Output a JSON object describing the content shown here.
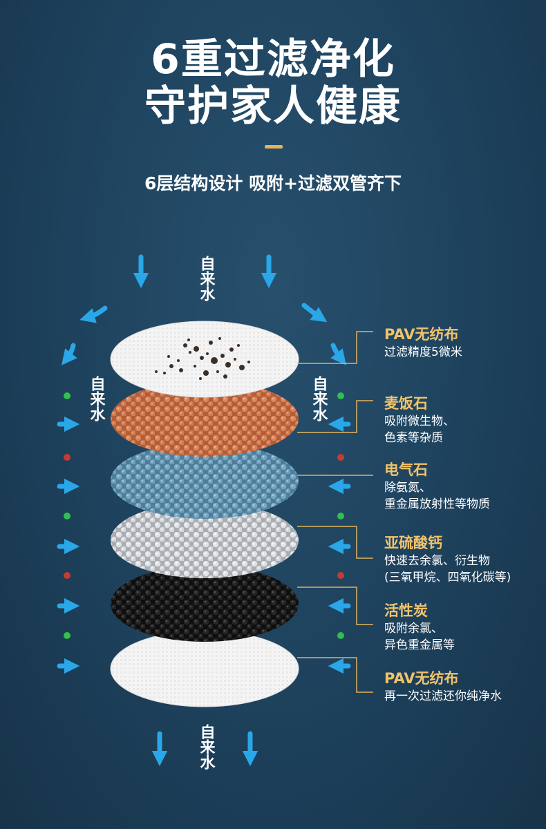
{
  "header": {
    "title_line1": "6重过滤净化",
    "title_line2": "守护家人健康",
    "subtitle": "6层结构设计 吸附+过滤双管齐下"
  },
  "flow_labels": {
    "top": "自来水",
    "left": "自来水",
    "right": "自来水",
    "bottom": "自来水"
  },
  "layers": [
    {
      "name": "PAV无纺布",
      "desc": [
        "过滤精度5微米"
      ]
    },
    {
      "name": "麦饭石",
      "desc": [
        "吸附微生物、",
        "色素等杂质"
      ]
    },
    {
      "name": "电气石",
      "desc": [
        "除氨氮、",
        "重金属放射性等物质"
      ]
    },
    {
      "name": "亚硫酸钙",
      "desc": [
        "快速去余氯、衍生物",
        "(三氧甲烷、四氧化碳等)"
      ]
    },
    {
      "name": "活性炭",
      "desc": [
        "吸附余氯、",
        "异色重金属等"
      ]
    },
    {
      "name": "PAV无纺布",
      "desc": [
        "再一次过滤还你纯净水"
      ]
    }
  ],
  "colors": {
    "background": "#1f4460",
    "accent_gold": "#f2c36b",
    "arrow_blue": "#2aa7e8",
    "dot_green": "#2ec24a",
    "dot_red": "#c93a33"
  }
}
